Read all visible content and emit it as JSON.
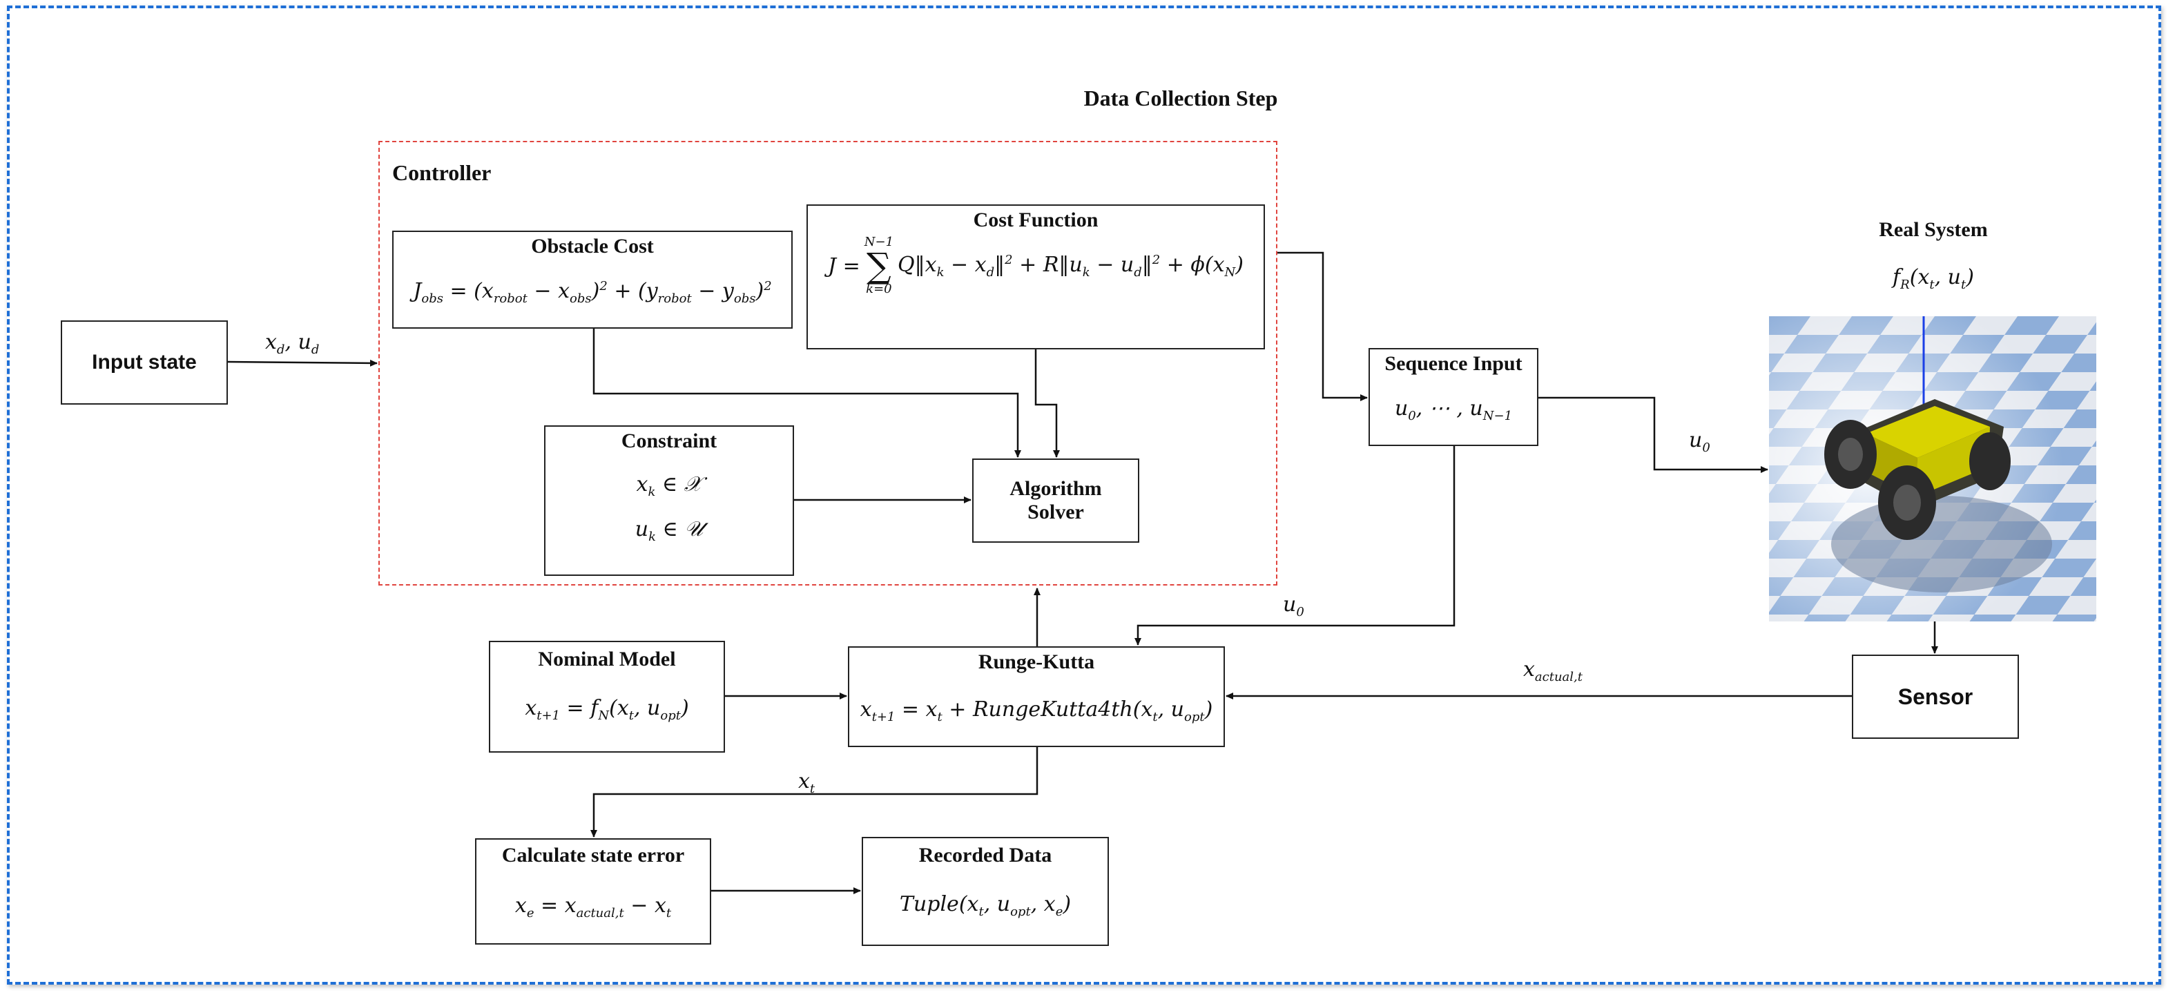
{
  "diagram": {
    "title": "Data Collection Step",
    "controller": {
      "label": "Controller",
      "obstacle_cost": {
        "title": "Obstacle Cost",
        "formula": "Jobs = (xrobot − xobs)² + (yrobot − yobs)²"
      },
      "cost_function": {
        "title": "Cost Function",
        "formula": "J = Σ_{k=0}^{N−1} Q‖xk − xd‖² + R‖uk − ud‖² + φ(xN)"
      },
      "constraint": {
        "title": "Constraint",
        "line1": "xk ∈ 𝒳",
        "line2": "uk ∈ 𝒰"
      },
      "solver": {
        "line1": "Algorithm",
        "line2": "Solver"
      }
    },
    "input_state": {
      "label": "Input state"
    },
    "sequence_input": {
      "title": "Sequence Input",
      "formula": "u0, ⋯, uN−1"
    },
    "real_system": {
      "title": "Real System",
      "formula": "fR(xt, ut)"
    },
    "sensor": {
      "label": "Sensor"
    },
    "nominal_model": {
      "title": "Nominal Model",
      "formula": "xt+1 = fN(xt, uopt)"
    },
    "runge_kutta": {
      "title": "Runge-Kutta",
      "formula": "xt+1 = xt + RungeKutta4th(xt, uopt)"
    },
    "state_error": {
      "title": "Calculate state error",
      "formula": "xe = xactual,t − xt"
    },
    "recorded_data": {
      "title": "Recorded Data",
      "formula": "Tuple(xt, uopt, xe)"
    },
    "edge_labels": {
      "input_to_controller": "xd, ud",
      "seq_to_system": "u0",
      "seq_to_rk": "u0",
      "sensor_to_rk": "xactual,t",
      "rk_to_error": "xt"
    },
    "colors": {
      "outer_border": "#1f6fd6",
      "controller_border": "#e0443e",
      "robot_body": "#c8c400",
      "floor_blue": "#8eaed9"
    }
  }
}
